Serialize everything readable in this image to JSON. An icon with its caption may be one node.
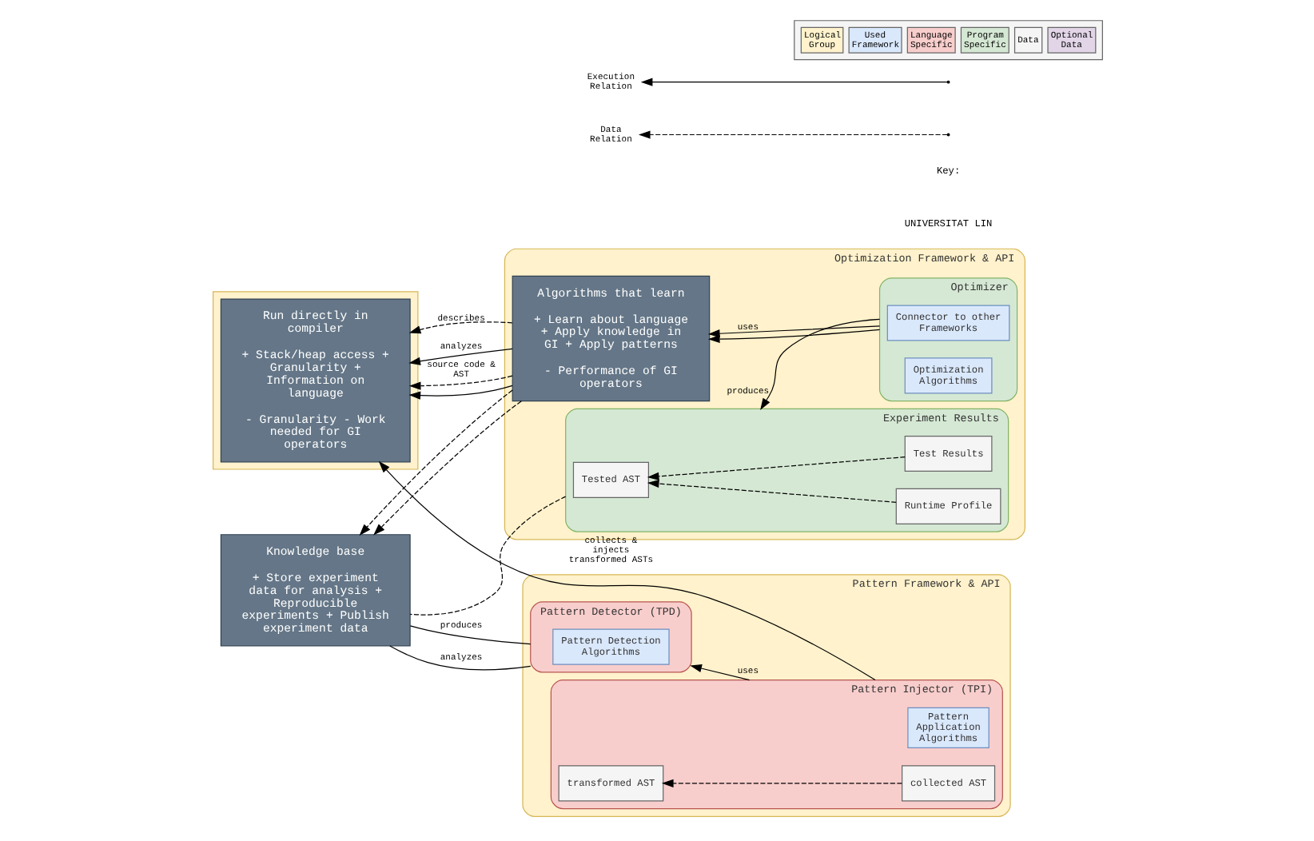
{
  "diagram": {
    "nodes": [
      {
        "text": [],
        "shape": "box"
      },
      {
        "text": [
          "Run directly in compiler",
          "+ Stack/heap access + Granularity + Information on language",
          "- Granularity - Work needed for GI operators"
        ],
        "in": 0
      },
      {
        "text": [
          "Optimization Framework & API"
        ]
      },
      {
        "text": [
          "Algorithms that learn",
          "+ Learn about language + Apply knowledge in GI + Apply patterns",
          "- Performance of GI operators"
        ],
        "in": 2
      },
      {
        "text": [
          "Optimizer"
        ],
        "in": 2
      },
      {
        "text": [
          "Connector to other Frameworks"
        ],
        "in": 4
      },
      {
        "text": [
          "Optimization Algorithms"
        ],
        "in": 4
      },
      {
        "text": [
          "Experiment Results"
        ],
        "in": 2
      },
      {
        "text": [
          "Tested AST"
        ],
        "in": 7
      },
      {
        "text": [
          "Test Results"
        ],
        "in": 7
      },
      {
        "text": [
          "Runtime Profile"
        ],
        "in": 7
      },
      {
        "text": [
          "Knowledge base",
          "+ Store experiment data for analysis + Reproducible experiments + Publish experiment data"
        ]
      },
      {
        "text": [
          "Pattern Framework & API"
        ]
      },
      {
        "text": [
          "Pattern Injector (TPI)"
        ],
        "in": 12
      },
      {
        "text": [
          "Pattern Application Algorithms"
        ],
        "in": 13
      },
      {
        "text": [
          "collected AST"
        ],
        "in": 13
      },
      {
        "text": [
          "transformed AST"
        ],
        "in": 13
      },
      {
        "text": [
          "Pattern Detector (TPD)"
        ],
        "in": 12
      },
      {
        "text": [
          "Pattern Detection Algorithms"
        ],
        "in": 17
      }
    ],
    "edges": [
      {
        "from": 3,
        "to": 1,
        "arrow": "to",
        "style": "dashed",
        "label": "source code & AST"
      },
      {
        "from": 3,
        "to": 1,
        "arrow": "to"
      },
      {
        "from": 3,
        "to": 1,
        "arrow": "to",
        "style": "dashed",
        "label": "describes"
      },
      {
        "from": 3,
        "to": 1,
        "arrow": "to",
        "label": "analyzes"
      },
      {
        "from": 4,
        "to": 3,
        "arrow": "to",
        "label": "uses"
      },
      {
        "from": 4,
        "to": 3,
        "arrow": "to"
      },
      {
        "from": 4,
        "to": 7,
        "arrow": "to",
        "label": "produces"
      },
      {
        "from": 9,
        "to": 8,
        "arrow": "to",
        "style": "dashed"
      },
      {
        "from": 10,
        "to": 8,
        "arrow": "to",
        "style": "dashed"
      },
      {
        "from": 7,
        "to": 11,
        "arrow": "none",
        "style": "dashed"
      },
      {
        "from": 3,
        "to": 11,
        "arrow": "to",
        "style": "dashed"
      },
      {
        "from": 3,
        "to": 11,
        "arrow": "to",
        "style": "dashed"
      },
      {
        "from": 13,
        "to": 1,
        "arrow": "to",
        "label": "collects & injects transformed ASTs"
      },
      {
        "from": 13,
        "to": 17,
        "arrow": "to",
        "label": "uses"
      },
      {
        "from": 15,
        "to": 16,
        "arrow": "to",
        "style": "dashed"
      },
      {
        "from": 17,
        "to": 11,
        "arrow": "none",
        "label": "analyzes"
      },
      {
        "from": 17,
        "to": 11,
        "arrow": "none",
        "label": "produces"
      }
    ],
    "labels": [
      "UNIVERSITAT LIN",
      "Key:"
    ],
    "legend": [
      {
        "text": "Execution Relation"
      },
      {
        "text": "Data Relation"
      },
      {
        "text": "Logical Group",
        "color": "#fff2cc"
      },
      {
        "text": "Used Framework",
        "color": "#dae8fc"
      },
      {
        "text": "Language Specific",
        "color": "#f8cecc"
      },
      {
        "text": "Program Specific",
        "color": "#d5e8d4"
      },
      {
        "text": "Data",
        "color": "#f5f5f5"
      },
      {
        "text": "Optional Data",
        "color": "#e1d5e7"
      }
    ]
  }
}
